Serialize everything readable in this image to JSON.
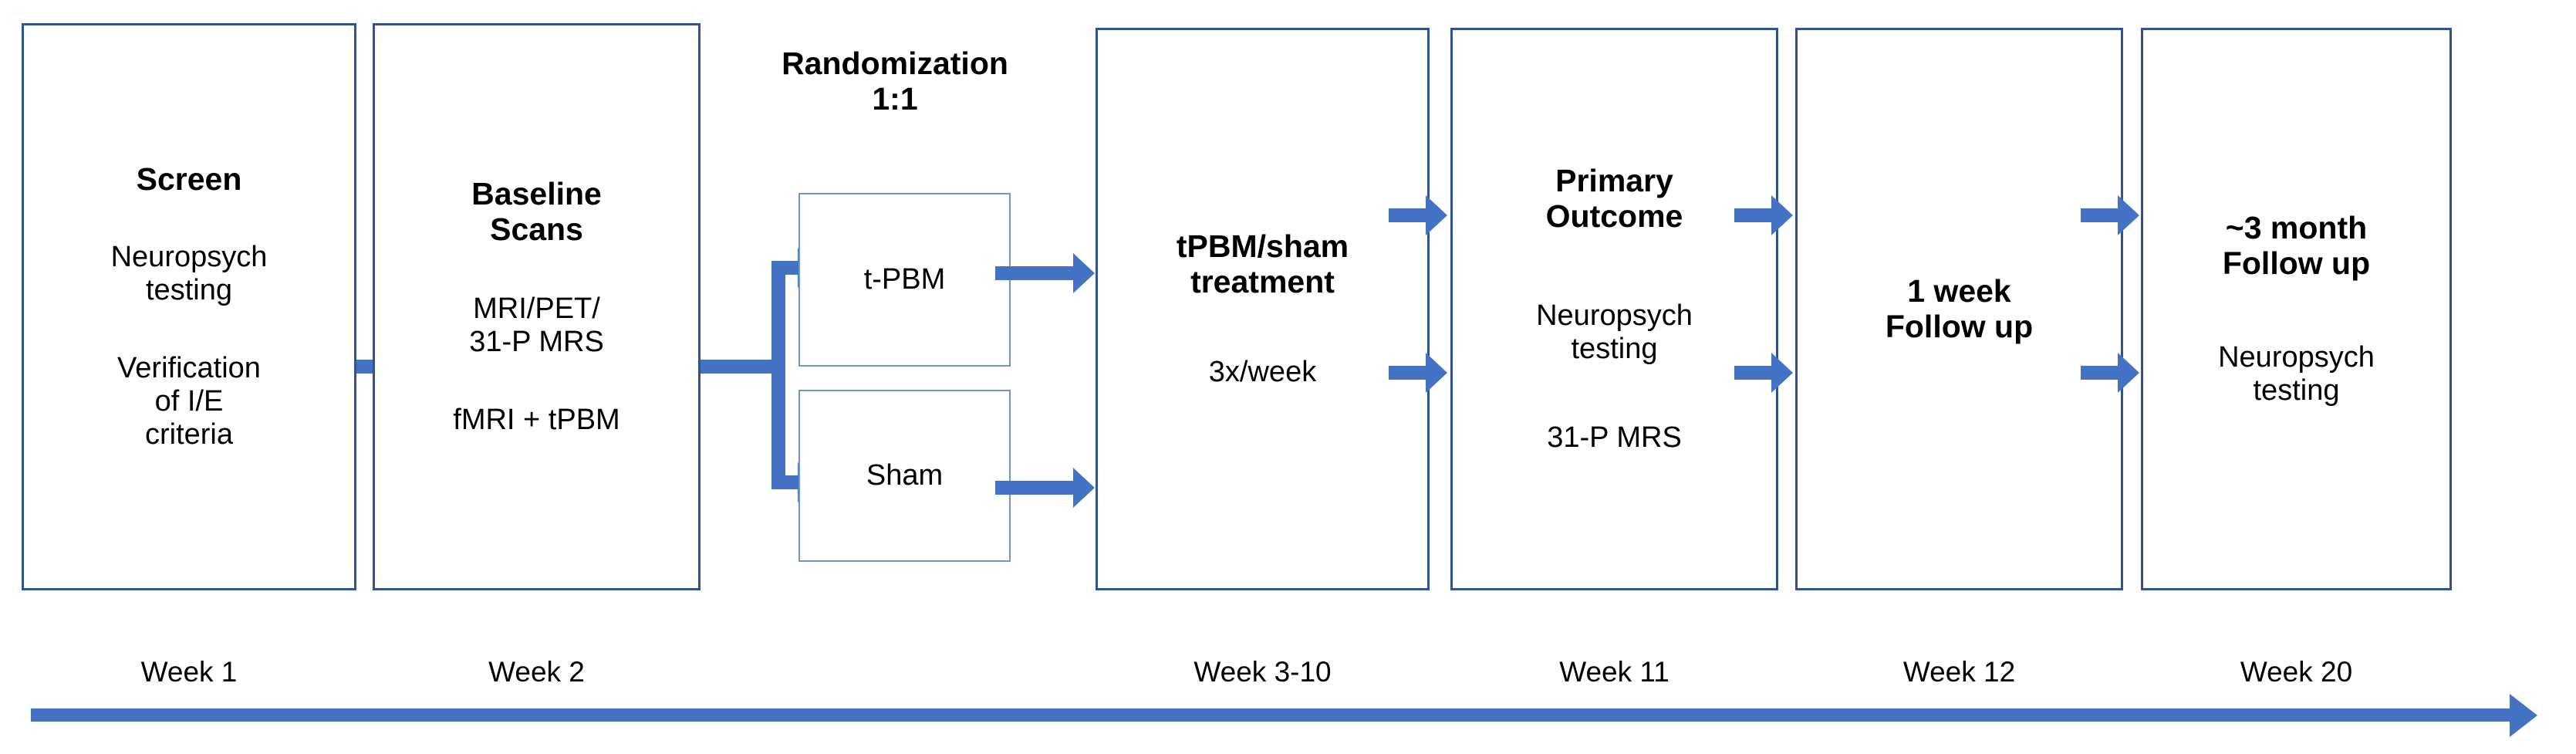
{
  "diagram": {
    "type": "clinical-trial-flowchart",
    "colors": {
      "box_border": "#2E5495",
      "sub_box_border": "#6F96C8",
      "arrow": "#4472C4",
      "text": "#000000",
      "background": "#FFFFFF"
    },
    "stages": [
      {
        "id": "screen",
        "title": "Screen",
        "lines": [
          "Neuropsych\ntesting",
          "Verification\nof I/E\ncriteria"
        ],
        "week": "Week 1"
      },
      {
        "id": "baseline-scans",
        "title": "Baseline\nScans",
        "lines": [
          "MRI/PET/\n31-P MRS",
          "fMRI  + tPBM"
        ],
        "week": "Week 2"
      },
      {
        "id": "randomization",
        "title": "Randomization\n1:1",
        "arms": [
          "t-PBM",
          "Sham"
        ],
        "week": ""
      },
      {
        "id": "treatment",
        "title": "tPBM/sham\ntreatment",
        "lines": [
          "3x/week"
        ],
        "week": "Week 3-10"
      },
      {
        "id": "primary-outcome",
        "title": "Primary\nOutcome",
        "lines": [
          "Neuropsych\ntesting",
          "31-P MRS"
        ],
        "week": "Week 11"
      },
      {
        "id": "one-week-followup",
        "title": "1 week\nFollow up",
        "lines": [],
        "week": "Week 12"
      },
      {
        "id": "three-month-followup",
        "title": "~3 month\nFollow up",
        "lines": [
          "Neuropsych\ntesting"
        ],
        "week": "Week 20"
      }
    ],
    "timeline": {
      "weeks": [
        "Week 1",
        "Week 2",
        "Week 3-10",
        "Week 11",
        "Week 12",
        "Week 20"
      ],
      "direction": "left-to-right"
    }
  }
}
